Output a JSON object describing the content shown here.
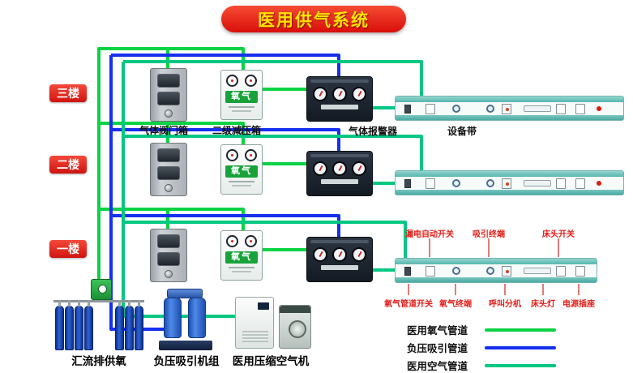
{
  "title": "医用供气系统",
  "floors": {
    "f3": "三楼",
    "f2": "二楼",
    "f1": "一楼"
  },
  "labels": {
    "valve_box": "气体阀门箱",
    "reducer_box": "二级减压箱",
    "gas_alarm": "气体报警器",
    "equipment_belt": "设备带"
  },
  "reducer_gas": "氧气",
  "callouts_top": [
    "漏电自动开关",
    "吸引终端",
    "床头开关"
  ],
  "callouts_bottom": [
    "氧气管道开关",
    "氧气终端",
    "呼叫分机",
    "床头灯",
    "电源插座"
  ],
  "machines": {
    "manifold": "汇流排供氧",
    "suction": "负压吸引机组",
    "compressor": "医用压缩空气机"
  },
  "legend": [
    {
      "label": "医用氧气管道",
      "color": "#0bd244"
    },
    {
      "label": "负压吸引管道",
      "color": "#1630ee"
    },
    {
      "label": "医用空气管道",
      "color": "#00c781"
    }
  ],
  "colors": {
    "oxygen_pipe": "#0bd244",
    "suction_pipe": "#1630ee",
    "air_pipe": "#00c781",
    "banner_bg": "#d80f0a",
    "banner_text": "#ffe400",
    "callout_text": "#e31f1a"
  }
}
